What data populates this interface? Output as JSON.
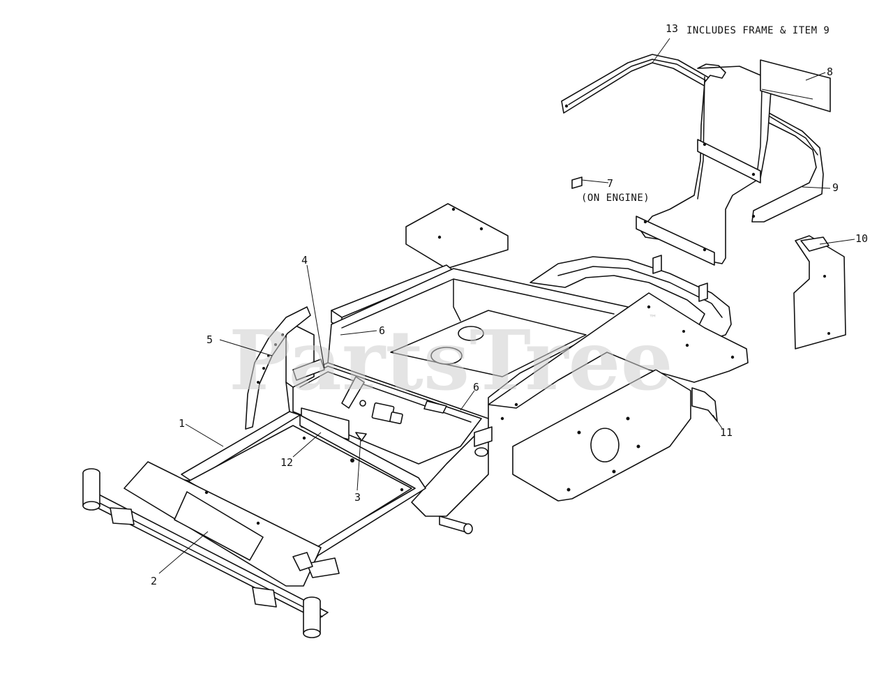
{
  "watermark": {
    "text": "PartsTree",
    "tm": "™"
  },
  "notes": {
    "item13": "INCLUDES FRAME & ITEM 9",
    "item7": "(ON ENGINE)"
  },
  "callouts": {
    "c1": "1",
    "c2": "2",
    "c3": "3",
    "c4": "4",
    "c5": "5",
    "c6a": "6",
    "c6b": "6",
    "c7": "7",
    "c8": "8",
    "c9": "9",
    "c10": "10",
    "c11": "11",
    "c12": "12",
    "c13": "13"
  },
  "colors": {
    "ink": "#111111",
    "watermark": "#cfcfcf",
    "background": "#ffffff"
  }
}
